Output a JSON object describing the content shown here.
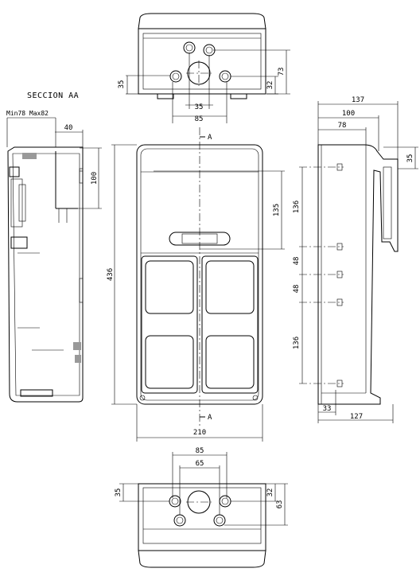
{
  "section_title": "SECCION AA",
  "section_note": "Min78 Max82",
  "section_marker": "A",
  "dims": {
    "top_35": "35",
    "top_32": "32",
    "top_73": "73",
    "top_35b": "35",
    "top_85": "85",
    "left_40": "40",
    "left_100": "100",
    "front_436": "436",
    "front_135": "135",
    "front_210": "210",
    "side_137": "137",
    "side_100": "100",
    "side_78": "78",
    "side_35": "35",
    "side_136a": "136",
    "side_48a": "48",
    "side_48b": "48",
    "side_136b": "136",
    "side_33": "33",
    "side_127": "127",
    "bot_85": "85",
    "bot_65": "65",
    "bot_35": "35",
    "bot_32": "32",
    "bot_63": "63"
  }
}
